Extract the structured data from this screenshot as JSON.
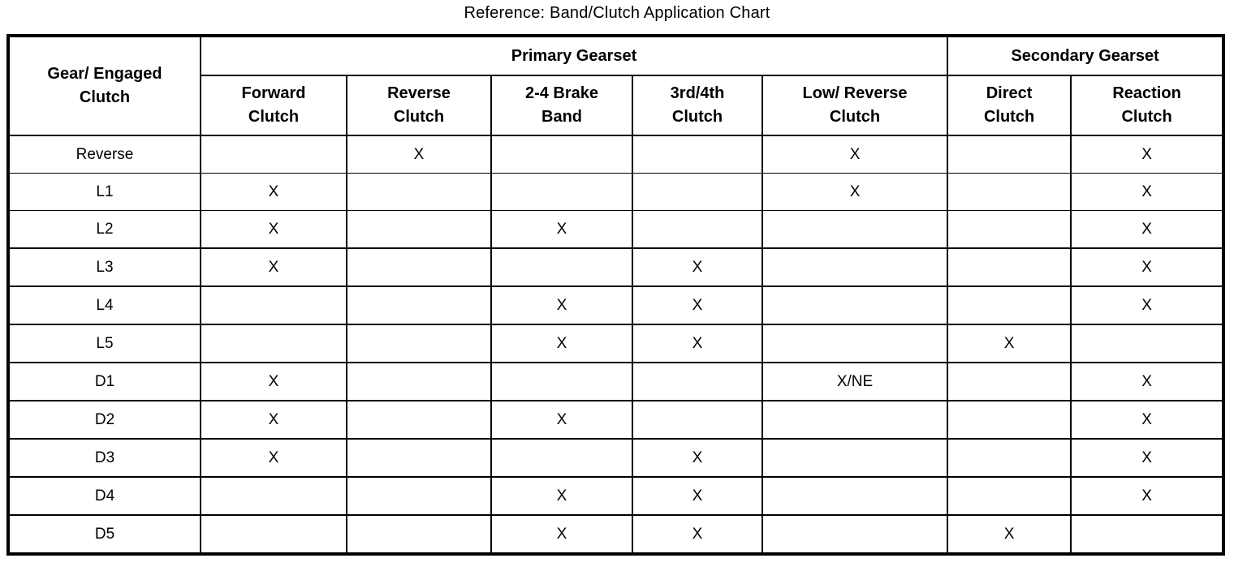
{
  "page_title": "Reference: Band/Clutch Application Chart",
  "table": {
    "corner_header": {
      "lines": [
        "Gear/ Engaged",
        "Clutch"
      ]
    },
    "groups": [
      {
        "label": "Primary Gearset",
        "columns": 5
      },
      {
        "label": "Secondary Gearset",
        "columns": 2
      }
    ],
    "columns": [
      {
        "lines": [
          "Forward",
          "Clutch"
        ]
      },
      {
        "lines": [
          "Reverse",
          "Clutch"
        ]
      },
      {
        "lines": [
          "2-4 Brake",
          "Band"
        ]
      },
      {
        "lines": [
          "3rd/4th",
          "Clutch"
        ]
      },
      {
        "lines": [
          "Low/ Reverse",
          "Clutch"
        ]
      },
      {
        "lines": [
          "Direct",
          "Clutch"
        ]
      },
      {
        "lines": [
          "Reaction",
          "Clutch"
        ]
      }
    ],
    "rows": [
      {
        "gear": "Reverse",
        "cells": [
          "",
          "X",
          "",
          "",
          "X",
          "",
          "X"
        ]
      },
      {
        "gear": "L1",
        "cells": [
          "X",
          "",
          "",
          "",
          "X",
          "",
          "X"
        ]
      },
      {
        "gear": "L2",
        "cells": [
          "X",
          "",
          "X",
          "",
          "",
          "",
          "X"
        ]
      },
      {
        "gear": "L3",
        "cells": [
          "X",
          "",
          "",
          "X",
          "",
          "",
          "X"
        ]
      },
      {
        "gear": "L4",
        "cells": [
          "",
          "",
          "X",
          "X",
          "",
          "",
          "X"
        ]
      },
      {
        "gear": "L5",
        "cells": [
          "",
          "",
          "X",
          "X",
          "",
          "X",
          ""
        ]
      },
      {
        "gear": "D1",
        "cells": [
          "X",
          "",
          "",
          "",
          "X/NE",
          "",
          "X"
        ]
      },
      {
        "gear": "D2",
        "cells": [
          "X",
          "",
          "X",
          "",
          "",
          "",
          "X"
        ]
      },
      {
        "gear": "D3",
        "cells": [
          "X",
          "",
          "",
          "X",
          "",
          "",
          "X"
        ]
      },
      {
        "gear": "D4",
        "cells": [
          "",
          "",
          "X",
          "X",
          "",
          "",
          "X"
        ]
      },
      {
        "gear": "D5",
        "cells": [
          "",
          "",
          "X",
          "X",
          "",
          "X",
          ""
        ]
      }
    ]
  },
  "colors": {
    "ink": "#000000",
    "background": "#ffffff"
  }
}
